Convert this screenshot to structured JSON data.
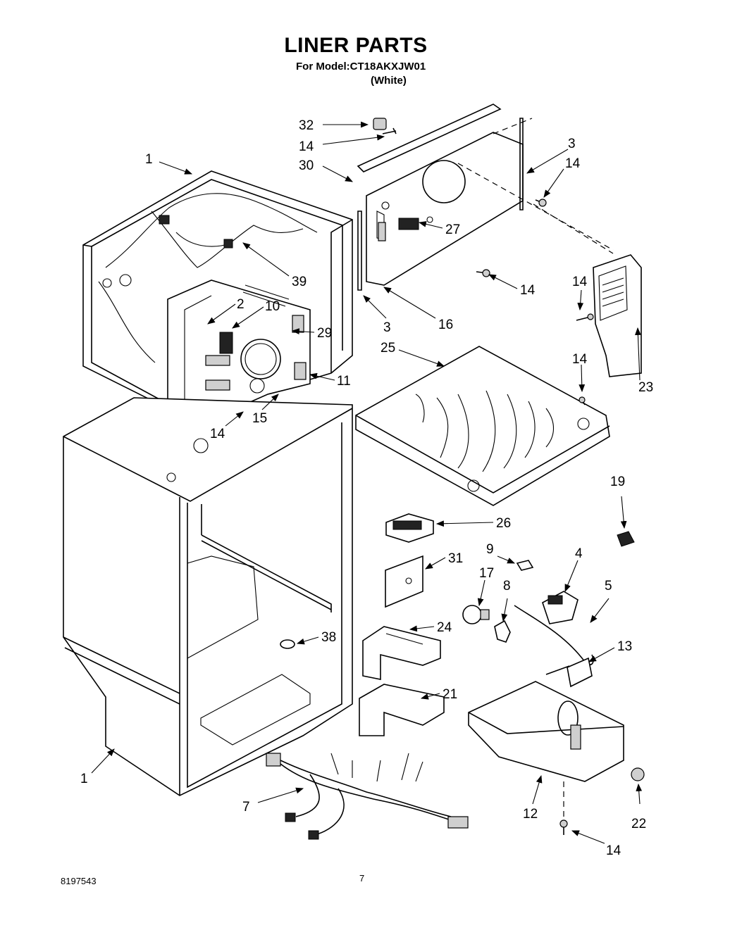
{
  "header": {
    "title": "LINER PARTS",
    "model_line": "For Model:CT18AKXJW01",
    "color_line": "(White)"
  },
  "footer": {
    "doc_number": "8197543",
    "page_number": "7"
  },
  "callouts": [
    {
      "id": "c32",
      "label": "32"
    },
    {
      "id": "c14a",
      "label": "14"
    },
    {
      "id": "c30",
      "label": "30"
    },
    {
      "id": "c1a",
      "label": "1"
    },
    {
      "id": "c3a",
      "label": "3"
    },
    {
      "id": "c14b",
      "label": "14"
    },
    {
      "id": "c27",
      "label": "27"
    },
    {
      "id": "c39",
      "label": "39"
    },
    {
      "id": "c14c",
      "label": "14"
    },
    {
      "id": "c14d",
      "label": "14"
    },
    {
      "id": "c2",
      "label": "2"
    },
    {
      "id": "c10",
      "label": "10"
    },
    {
      "id": "c29",
      "label": "29"
    },
    {
      "id": "c3b",
      "label": "3"
    },
    {
      "id": "c16",
      "label": "16"
    },
    {
      "id": "c25",
      "label": "25"
    },
    {
      "id": "c11",
      "label": "11"
    },
    {
      "id": "c14e",
      "label": "14"
    },
    {
      "id": "c23",
      "label": "23"
    },
    {
      "id": "c14f",
      "label": "14"
    },
    {
      "id": "c15",
      "label": "15"
    },
    {
      "id": "c19",
      "label": "19"
    },
    {
      "id": "c26",
      "label": "26"
    },
    {
      "id": "c9",
      "label": "9"
    },
    {
      "id": "c4",
      "label": "4"
    },
    {
      "id": "c31",
      "label": "31"
    },
    {
      "id": "c17",
      "label": "17"
    },
    {
      "id": "c8",
      "label": "8"
    },
    {
      "id": "c5",
      "label": "5"
    },
    {
      "id": "c38",
      "label": "38"
    },
    {
      "id": "c24",
      "label": "24"
    },
    {
      "id": "c13",
      "label": "13"
    },
    {
      "id": "c21",
      "label": "21"
    },
    {
      "id": "c1b",
      "label": "1"
    },
    {
      "id": "c7",
      "label": "7"
    },
    {
      "id": "c12",
      "label": "12"
    },
    {
      "id": "c22",
      "label": "22"
    },
    {
      "id": "c14g",
      "label": "14"
    }
  ]
}
